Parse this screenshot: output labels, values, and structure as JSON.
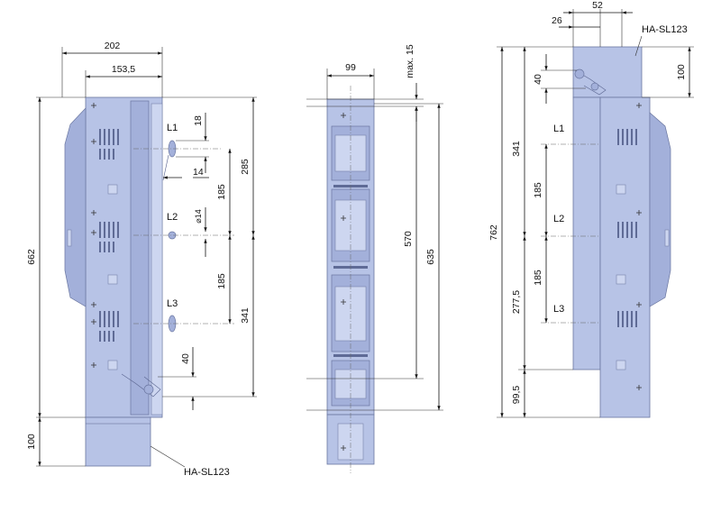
{
  "drawing": {
    "accent_color": "#b7c3e6",
    "line_color": "#111111",
    "left_view": {
      "dims": {
        "width_202": "202",
        "width_153": "153,5",
        "h_662": "662",
        "h_100": "100",
        "d_18": "18",
        "d_14": "14",
        "d_185a": "185",
        "d_185b": "185",
        "d_285": "285",
        "d_341": "341",
        "d_40": "40",
        "phi14": "⌀14"
      },
      "phases": {
        "l1": "L1",
        "l2": "L2",
        "l3": "L3"
      },
      "part": "HA-SL123"
    },
    "middle_view": {
      "dims": {
        "w_99": "99",
        "max15": "max. 15",
        "h_570": "570",
        "h_635": "635"
      }
    },
    "right_view": {
      "dims": {
        "w_52": "52",
        "w_26": "26",
        "h_762": "762",
        "h_341": "341",
        "h_40": "40",
        "h_100": "100",
        "h_185a": "185",
        "h_185b": "185",
        "h_277": "277,5",
        "h_99": "99,5"
      },
      "phases": {
        "l1": "L1",
        "l2": "L2",
        "l3": "L3"
      },
      "part": "HA-SL123"
    }
  }
}
